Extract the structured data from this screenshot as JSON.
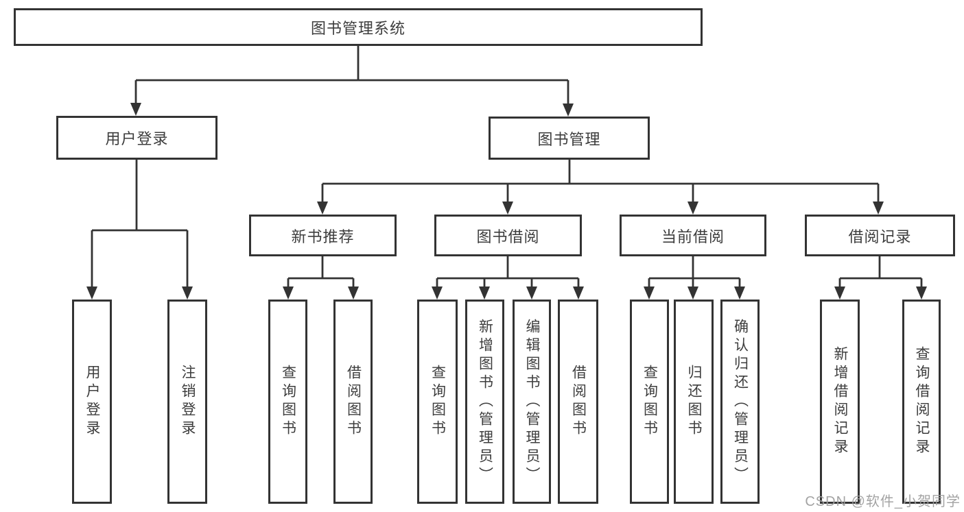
{
  "diagram": {
    "root": "图书管理系统",
    "branches": [
      {
        "label": "用户登录",
        "children": [
          "用户登录",
          "注销登录"
        ]
      },
      {
        "label": "图书管理",
        "groups": [
          {
            "label": "新书推荐",
            "children": [
              "查询图书",
              "借阅图书"
            ]
          },
          {
            "label": "图书借阅",
            "children": [
              "查询图书",
              "新增图书（管理员）",
              "编辑图书（管理员）",
              "借阅图书"
            ]
          },
          {
            "label": "当前借阅",
            "children": [
              "查询图书",
              "归还图书",
              "确认归还（管理员）"
            ]
          },
          {
            "label": "借阅记录",
            "children": [
              "新增借阅记录",
              "查询借阅记录"
            ]
          }
        ]
      }
    ]
  },
  "watermark": "CSDN @软件_小贺同学",
  "colors": {
    "line": "#333333",
    "text": "#3d3d3d",
    "watermark": "#9e9e9e",
    "background": "#ffffff"
  }
}
